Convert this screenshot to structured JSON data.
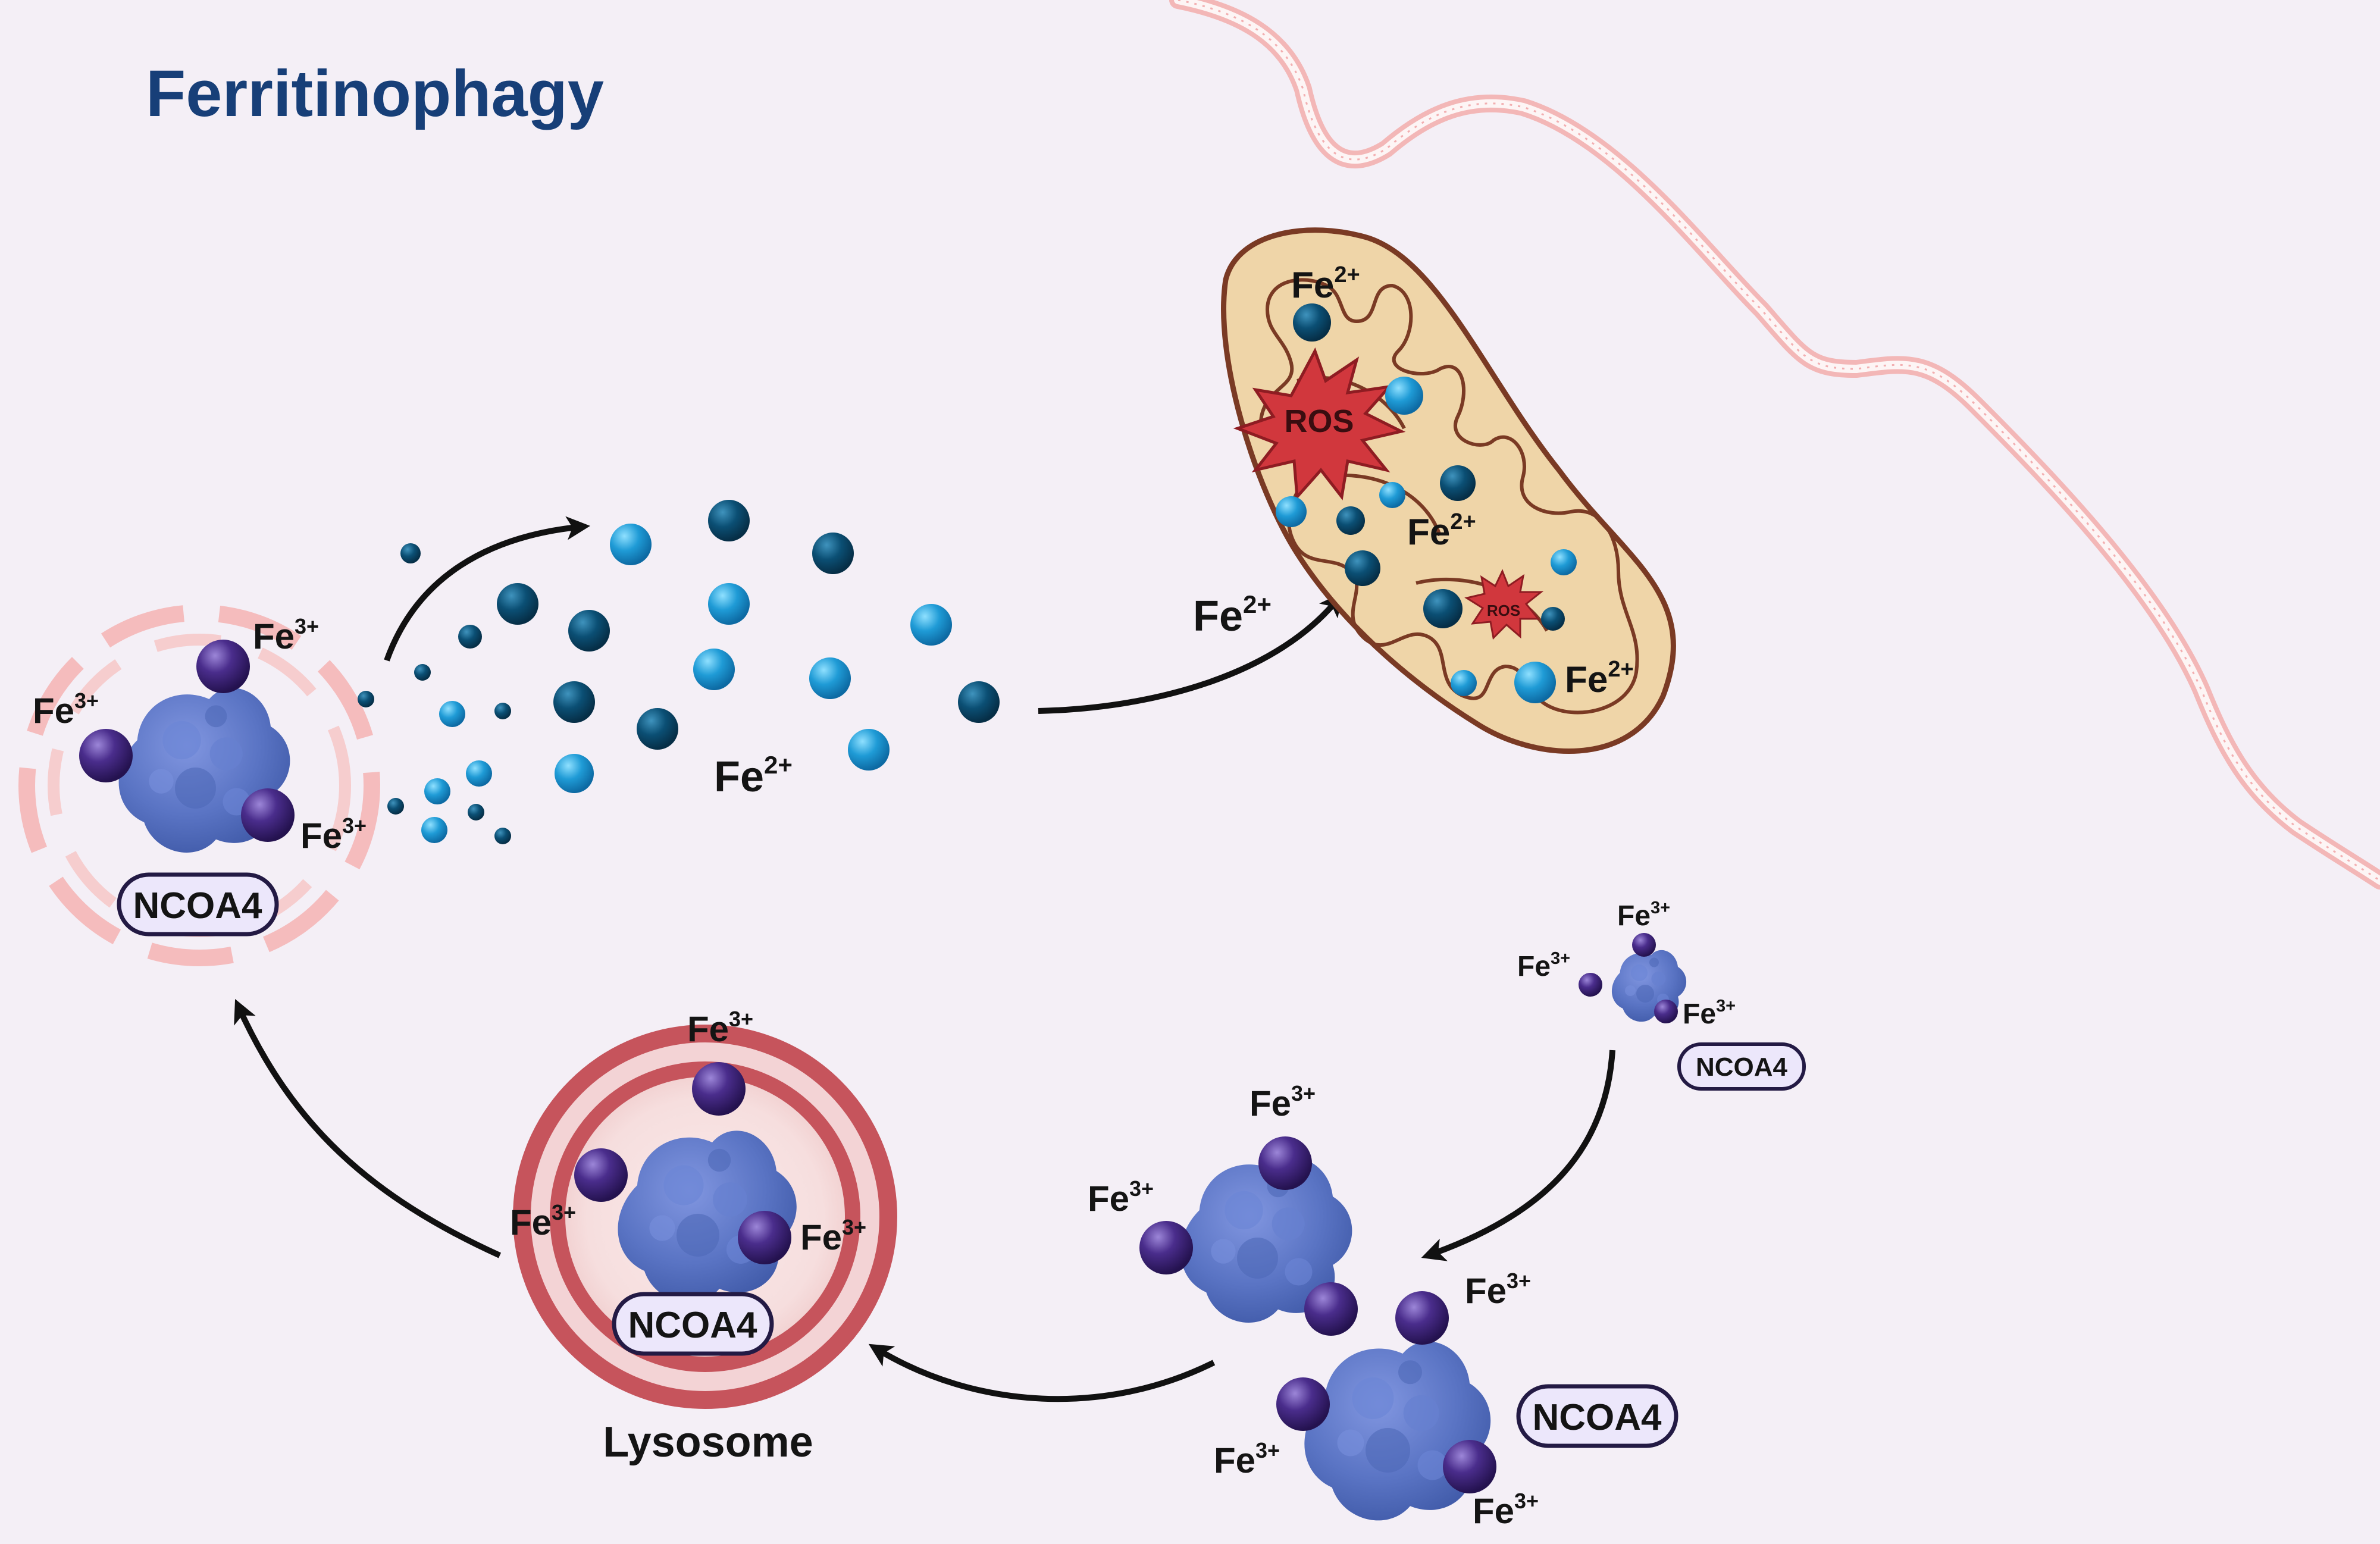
{
  "title": "Ferritinophagy",
  "ion_labels": {
    "fe2": {
      "base": "Fe",
      "charge": "2+"
    },
    "fe3": {
      "base": "Fe",
      "charge": "3+"
    }
  },
  "proteins": {
    "ncoa4": "NCOA4"
  },
  "organelles": {
    "lysosome": "Lysosome",
    "ros": "ROS"
  },
  "colors": {
    "background": "#f4eff6",
    "title": "#173f78",
    "ferritin": "#5a74c4",
    "fe3_ion": "#4a2d8c",
    "fe2_light": "#1f9bd6",
    "fe2_dark": "#0b4f74",
    "mitochondrion": "#efd5a8",
    "ros": "#d1373d",
    "lysosome_ring": "#c6545c",
    "membrane": "#f3b7b7"
  }
}
